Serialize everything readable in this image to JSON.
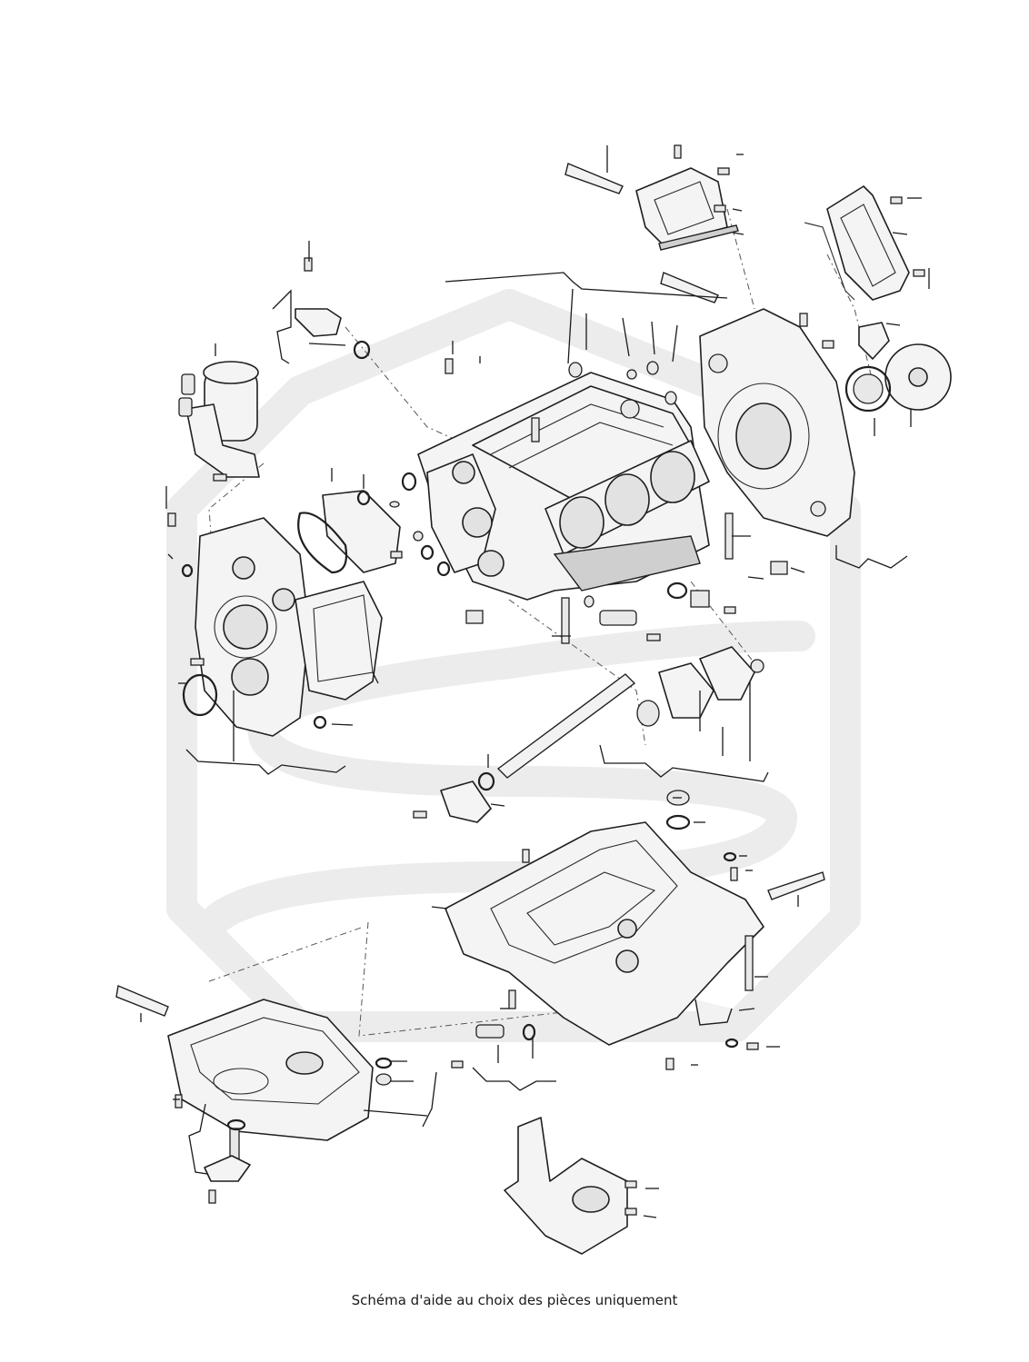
{
  "caption": "Schéma d'aide au choix des pièces uniquement",
  "colors": {
    "background": "#ffffff",
    "line": "#1f1f1f",
    "watermark": "#ececec",
    "fill": "#f4f4f4"
  },
  "diagram_type": "exploded-parts-diagram",
  "icons": [
    "engine-block",
    "timing-cover",
    "rear-engine-cover",
    "upper-oil-pan",
    "lower-oil-pan",
    "oil-filter-housing",
    "balance-shaft",
    "sealant-tube",
    "bolt",
    "o-ring"
  ]
}
